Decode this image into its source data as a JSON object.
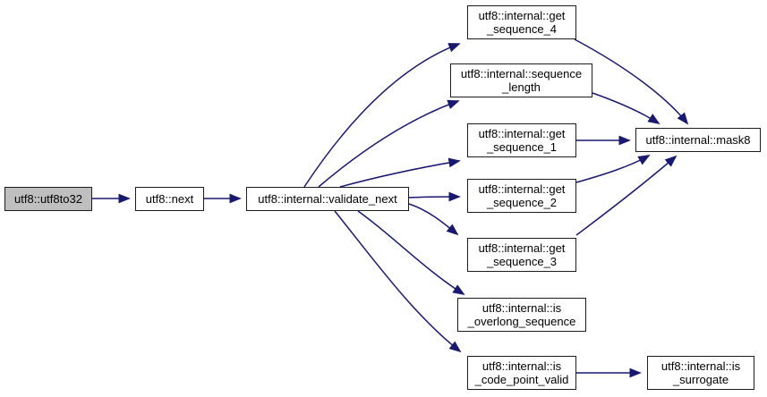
{
  "diagram": {
    "type": "call-graph",
    "nodes": {
      "utf8to32": {
        "label": "utf8::utf8to32",
        "highlighted": true
      },
      "next": {
        "label": "utf8::next"
      },
      "validate_next": {
        "label": "utf8::internal::validate_next"
      },
      "get_sequence_4": {
        "label": "utf8::internal::get\n_sequence_4"
      },
      "sequence_length": {
        "label": "utf8::internal::sequence\n_length"
      },
      "get_sequence_1": {
        "label": "utf8::internal::get\n_sequence_1"
      },
      "get_sequence_2": {
        "label": "utf8::internal::get\n_sequence_2"
      },
      "get_sequence_3": {
        "label": "utf8::internal::get\n_sequence_3"
      },
      "is_overlong_sequence": {
        "label": "utf8::internal::is\n_overlong_sequence"
      },
      "is_code_point_valid": {
        "label": "utf8::internal::is\n_code_point_valid"
      },
      "mask8": {
        "label": "utf8::internal::mask8"
      },
      "is_surrogate": {
        "label": "utf8::internal::is\n_surrogate"
      }
    },
    "edges": [
      {
        "from": "utf8to32",
        "to": "next"
      },
      {
        "from": "next",
        "to": "validate_next"
      },
      {
        "from": "validate_next",
        "to": "get_sequence_4"
      },
      {
        "from": "validate_next",
        "to": "sequence_length"
      },
      {
        "from": "validate_next",
        "to": "get_sequence_1"
      },
      {
        "from": "validate_next",
        "to": "get_sequence_2"
      },
      {
        "from": "validate_next",
        "to": "get_sequence_3"
      },
      {
        "from": "validate_next",
        "to": "is_overlong_sequence"
      },
      {
        "from": "validate_next",
        "to": "is_code_point_valid"
      },
      {
        "from": "get_sequence_4",
        "to": "mask8"
      },
      {
        "from": "sequence_length",
        "to": "mask8"
      },
      {
        "from": "get_sequence_1",
        "to": "mask8"
      },
      {
        "from": "get_sequence_2",
        "to": "mask8"
      },
      {
        "from": "get_sequence_3",
        "to": "mask8"
      },
      {
        "from": "is_code_point_valid",
        "to": "is_surrogate"
      }
    ],
    "colors": {
      "edge": "#191970",
      "node_border": "#1c1c1c",
      "node_fill": "#ffffff",
      "highlight_fill": "#bfbfbf",
      "text": "#000000",
      "background": "#ffffff"
    }
  }
}
